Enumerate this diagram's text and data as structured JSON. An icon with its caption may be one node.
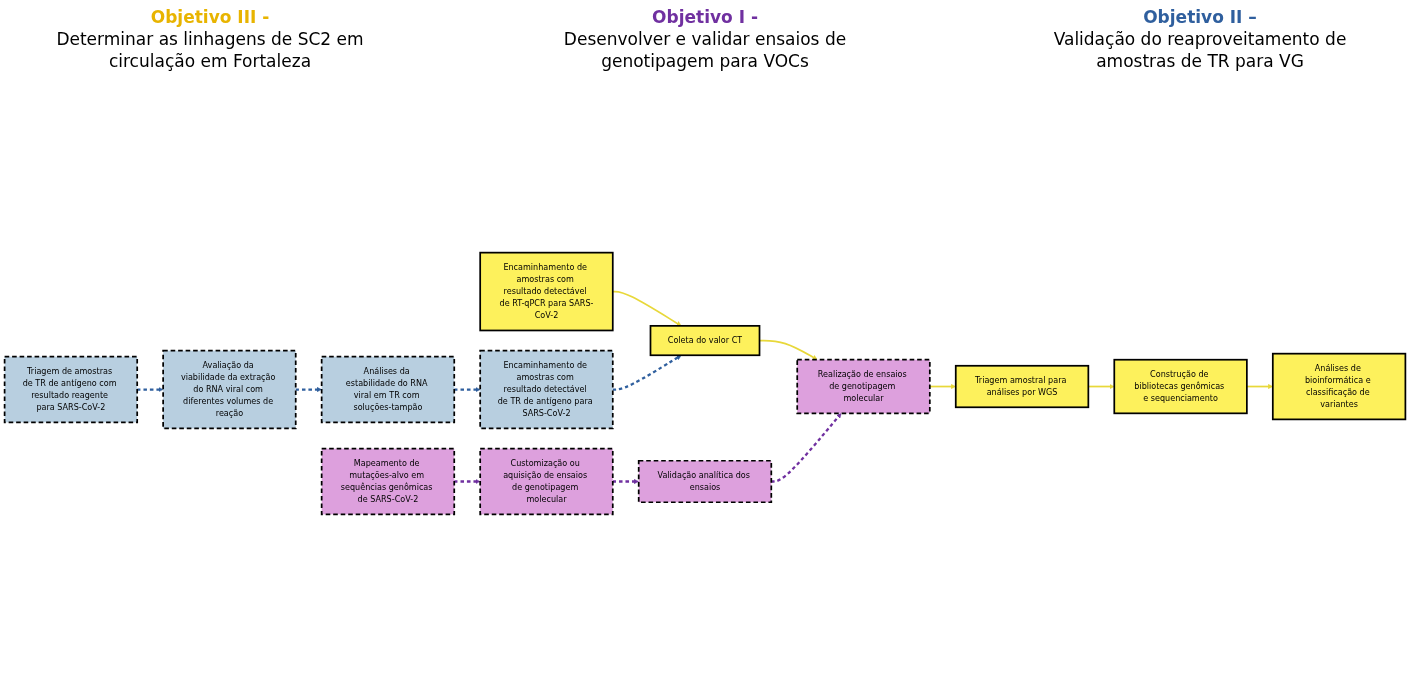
{
  "diagram": {
    "nodes": [
      {
        "text": [
          "Encaminhamento de amostras com resultado detectável de RT-qPCR para SARS-CoV-2"
        ]
      },
      {
        "text": [
          "Coleta do valor CT"
        ]
      },
      {
        "text": [
          "Realização de ensaios de genotipagem molecular"
        ]
      },
      {
        "text": [
          "Triagem amostral para análises por WGS"
        ]
      },
      {
        "text": [
          "Construção de bibliotecas genômicas e sequenciamento"
        ]
      },
      {
        "text": [
          "Análises de bioinformática e classificação de variantes"
        ]
      },
      {
        "text": [
          "Validação analítica dos ensaios"
        ]
      },
      {
        "text": [
          "Customização ou aquisição de ensaios de genotipagem molecular"
        ]
      },
      {
        "text": [
          "Mapeamento de mutações-alvo em sequências genômicas de SARS-CoV-2"
        ]
      },
      {
        "text": [
          "Encaminhamento de amostras com resultado detectável de TR de antígeno para SARS-CoV-2"
        ]
      },
      {
        "text": [
          "Análises da estabilidade do RNA viral em TR com soluções-tampão"
        ]
      },
      {
        "text": [
          "Avaliação da viabilidade da extração do RNA viral com diferentes volumes de reação"
        ]
      },
      {
        "text": [
          "Triagem de amostras de TR de antígeno com resultado reagente para SARS-CoV-2"
        ]
      }
    ],
    "edges": [
      {
        "from": 0,
        "to": 1,
        "arrow": "to",
        "color": "#e8d83a"
      },
      {
        "from": 9,
        "to": 1,
        "arrow": "to",
        "style": "dashed",
        "color": "#2f5f9e"
      },
      {
        "from": 1,
        "to": 2,
        "arrow": "to",
        "color": "#e8d83a"
      },
      {
        "from": 2,
        "to": 3,
        "arrow": "to",
        "color": "#e8d83a"
      },
      {
        "from": 3,
        "to": 4,
        "arrow": "to",
        "color": "#e8d83a"
      },
      {
        "from": 4,
        "to": 5,
        "arrow": "to",
        "color": "#e8d83a"
      },
      {
        "from": 8,
        "to": 7,
        "arrow": "to",
        "style": "dashed",
        "color": "#7030a0"
      },
      {
        "from": 7,
        "to": 6,
        "arrow": "to",
        "style": "dashed",
        "color": "#7030a0"
      },
      {
        "from": 6,
        "to": 2,
        "arrow": "to",
        "style": "dashed",
        "color": "#7030a0"
      },
      {
        "from": 12,
        "to": 11,
        "arrow": "to",
        "style": "dashed",
        "color": "#2f5f9e"
      },
      {
        "from": 11,
        "to": 10,
        "arrow": "to",
        "style": "dashed",
        "color": "#2f5f9e"
      },
      {
        "from": 10,
        "to": 9,
        "arrow": "to",
        "style": "dashed",
        "color": "#2f5f9e"
      }
    ],
    "labels": [
      "Objetivo III -",
      "Determinar as linhagens de SC2 em circulação em Fortaleza",
      "Objetivo I -",
      "Desenvolver e validar ensaios de genotipagem para VOCs",
      "Objetivo II –",
      "Validação do reaproveitamento de amostras de TR para VG"
    ]
  }
}
